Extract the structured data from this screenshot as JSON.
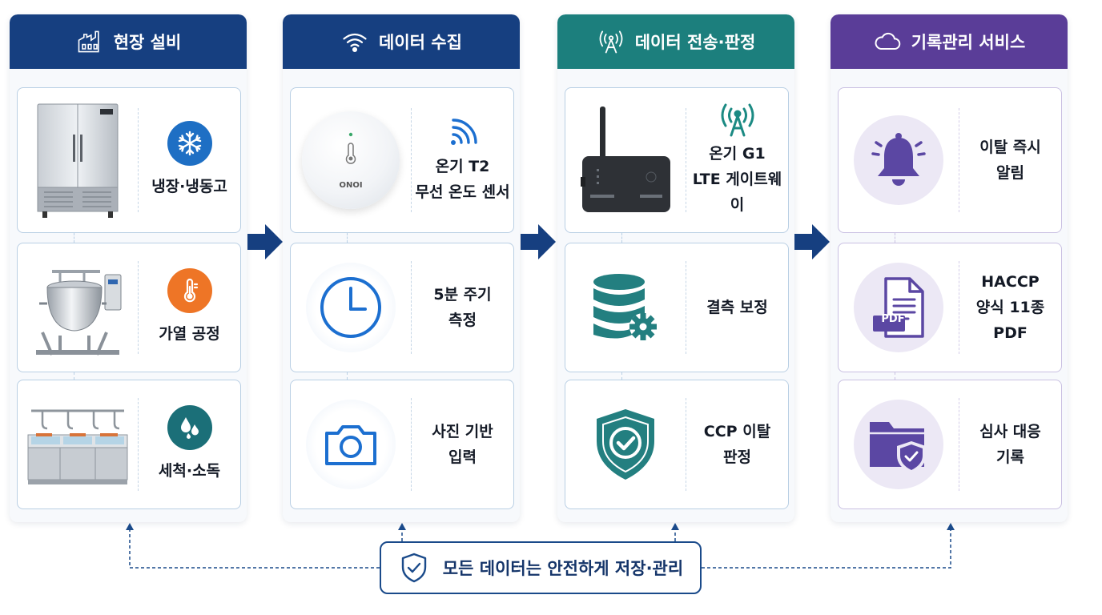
{
  "colors": {
    "blue_dark": "#163f80",
    "teal": "#1c7f7d",
    "purple": "#5a3d98",
    "snow_bg": "#1e6fc4",
    "orange": "#ee7526",
    "drop_bg": "#1b6f78",
    "clock_blue": "#1c6fd0",
    "db_teal": "#237f80",
    "bell_purple": "#5b47a3"
  },
  "columns": [
    {
      "title": "현장 설비",
      "header_icon": "factory-icon",
      "cards": [
        {
          "icon": "refrigerator-image",
          "lines": [
            "냉장·냉동고"
          ],
          "badge_icon": "snowflake-icon"
        },
        {
          "icon": "kettle-image",
          "lines": [
            "가열 공정"
          ],
          "badge_icon": "thermometer-icon"
        },
        {
          "icon": "wash-sink-image",
          "lines": [
            "세척·소독"
          ],
          "badge_icon": "water-drops-icon"
        }
      ]
    },
    {
      "title": "데이터 수집",
      "header_icon": "wifi-icon",
      "cards": [
        {
          "icon": "sensor-image",
          "lines": [
            "온기 T2",
            "무선 온도 센서"
          ],
          "badge_icon": "wireless-signal-icon",
          "device_label": "ONOI"
        },
        {
          "icon": "clock-icon",
          "lines": [
            "5분 주기",
            "측정"
          ]
        },
        {
          "icon": "camera-icon",
          "lines": [
            "사진 기반",
            "입력"
          ]
        }
      ]
    },
    {
      "title": "데이터 전송·판정",
      "header_icon": "antenna-icon",
      "cards": [
        {
          "icon": "gateway-image",
          "lines": [
            "온기 G1",
            "LTE 게이트웨이"
          ],
          "badge_icon": "antenna-icon"
        },
        {
          "icon": "database-gear-icon",
          "lines": [
            "결측 보정"
          ]
        },
        {
          "icon": "shield-check-icon",
          "lines": [
            "CCP 이탈",
            "판정"
          ]
        }
      ]
    },
    {
      "title": "기록관리 서비스",
      "header_icon": "cloud-icon",
      "cards": [
        {
          "icon": "bell-icon",
          "lines": [
            "이탈 즉시",
            "알림"
          ]
        },
        {
          "icon": "pdf-file-icon",
          "lines": [
            "HACCP",
            "양식 11종 PDF"
          ],
          "badge_text": "PDF"
        },
        {
          "icon": "folder-shield-icon",
          "lines": [
            "심사 대응",
            "기록"
          ]
        }
      ]
    }
  ],
  "footer": {
    "text": "모든 데이터는 안전하게 저장·관리",
    "icon": "shield-check-icon"
  }
}
